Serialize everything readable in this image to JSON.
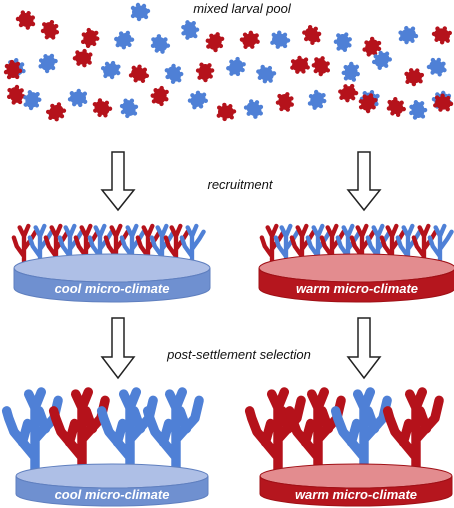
{
  "labels": {
    "larval_pool": "mixed larval pool",
    "recruitment": "recruitment",
    "selection": "post-settlement selection"
  },
  "plates": {
    "cool": "cool micro-climate",
    "warm": "warm micro-climate"
  },
  "colors": {
    "cool": "#4f80d6",
    "cool_plate": "#7394d2",
    "cool_plate_top": "#aebfe6",
    "warm": "#b5121b",
    "warm_plate": "#b5161e",
    "warm_plate_top": "#e07b7e"
  },
  "larvae": {
    "blue_count": 25,
    "red_count": 25
  }
}
